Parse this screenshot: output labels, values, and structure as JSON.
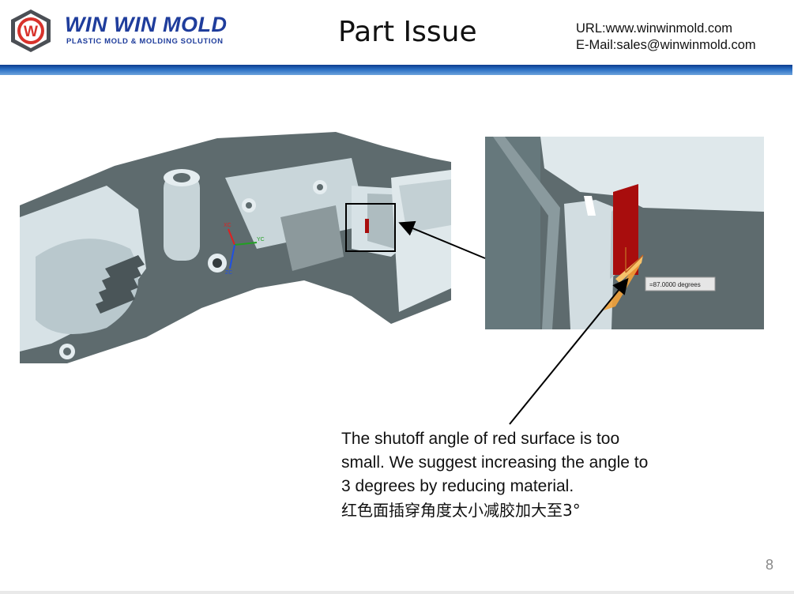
{
  "header": {
    "brand": "WIN WIN MOLD",
    "tagline": "PLASTIC MOLD & MOLDING SOLUTION",
    "logo_letter": "W",
    "title": "Part Issue",
    "url": "URL:www.winwinmold.com",
    "email": "E-Mail:sales@winwinmold.com"
  },
  "figure": {
    "axis_labels": [
      "XC",
      "YC",
      "ZC"
    ],
    "measurement": "=87.0000 degrees"
  },
  "note": {
    "lines": [
      "The shutoff angle of red surface is too",
      "small. We suggest increasing the angle to",
      "3 degrees by reducing material."
    ],
    "chinese": "红色面插穿角度太小减胶加大至3°"
  },
  "page_number": "8",
  "colors": {
    "brand_blue": "#1f3d9c",
    "logo_red": "#d8322b",
    "rule_blue": "#0c3c8e",
    "part_gray": "#5e6b6e",
    "part_light": "#d7e2e6",
    "issue_red": "#a80d0d",
    "angle_orange": "#f2a23a"
  }
}
